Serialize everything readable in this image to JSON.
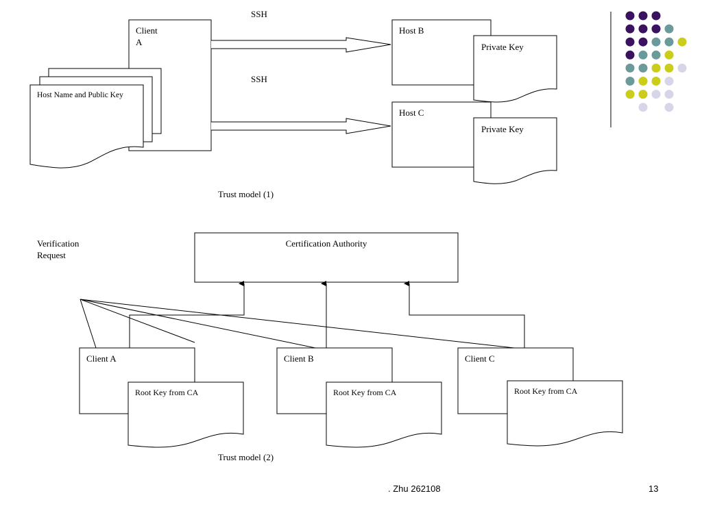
{
  "model1": {
    "ssh_top": "SSH",
    "ssh_bottom": "SSH",
    "client": "Client\n   A",
    "host_doc": "Host Name and Public Key",
    "host_b": "Host B",
    "host_c": "Host C",
    "private_key_b": "Private Key",
    "private_key_c": "Private Key",
    "caption": "Trust model (1)"
  },
  "model2": {
    "verification": "Verification\nRequest",
    "ca": "Certification Authority",
    "client_a": "Client A",
    "client_b": "Client B",
    "client_c": "Client C",
    "root_key_a": "Root Key from CA",
    "root_key_b": "Root Key from CA",
    "root_key_c": "Root Key from CA",
    "caption": "Trust model (2)"
  },
  "footer": {
    "author": ". Zhu 262108",
    "page_number": "13"
  },
  "decor": {
    "dot_colors": {
      "purple": "#3b1260",
      "teal": "#6a9a9a",
      "yellow": "#cccc1a",
      "lavender": "#d6d6e8"
    }
  }
}
